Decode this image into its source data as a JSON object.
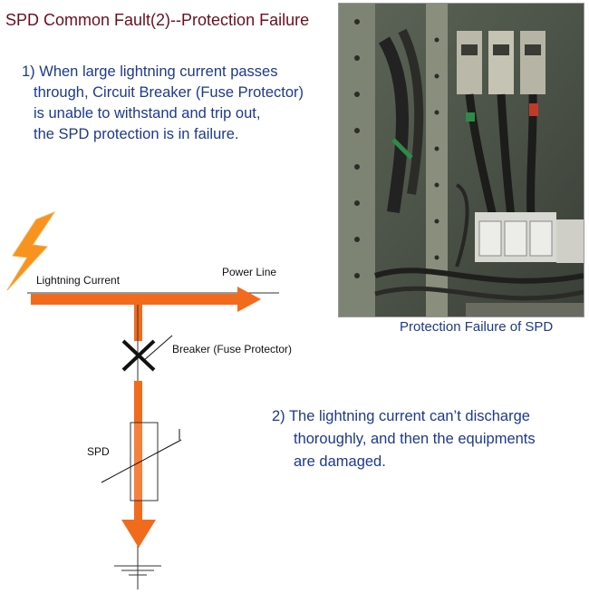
{
  "title": "SPD Common Fault(2)--Protection Failure",
  "point1": {
    "lines": [
      "1) When large lightning current passes",
      "through, Circuit Breaker (Fuse Protector)",
      "is unable to withstand and trip out,",
      "the SPD protection is in failure."
    ]
  },
  "point2": {
    "lines": [
      "2) The lightning current can’t discharge",
      "thoroughly, and then the equipments",
      "are damaged."
    ]
  },
  "photo": {
    "caption": "Protection Failure of SPD"
  },
  "diagram": {
    "lightning_label": "Lightning Current",
    "power_line_label": "Power Line",
    "breaker_label": "Breaker (Fuse Protector)",
    "spd_label": "SPD",
    "icons": [
      "lightning-bolt-icon",
      "ground-symbol-icon",
      "broken-breaker-x-icon"
    ]
  },
  "colors": {
    "title": "#6b0f1e",
    "text": "#1d3a8a",
    "arrow": "#f26b1d",
    "bolt": "#f7931e"
  }
}
